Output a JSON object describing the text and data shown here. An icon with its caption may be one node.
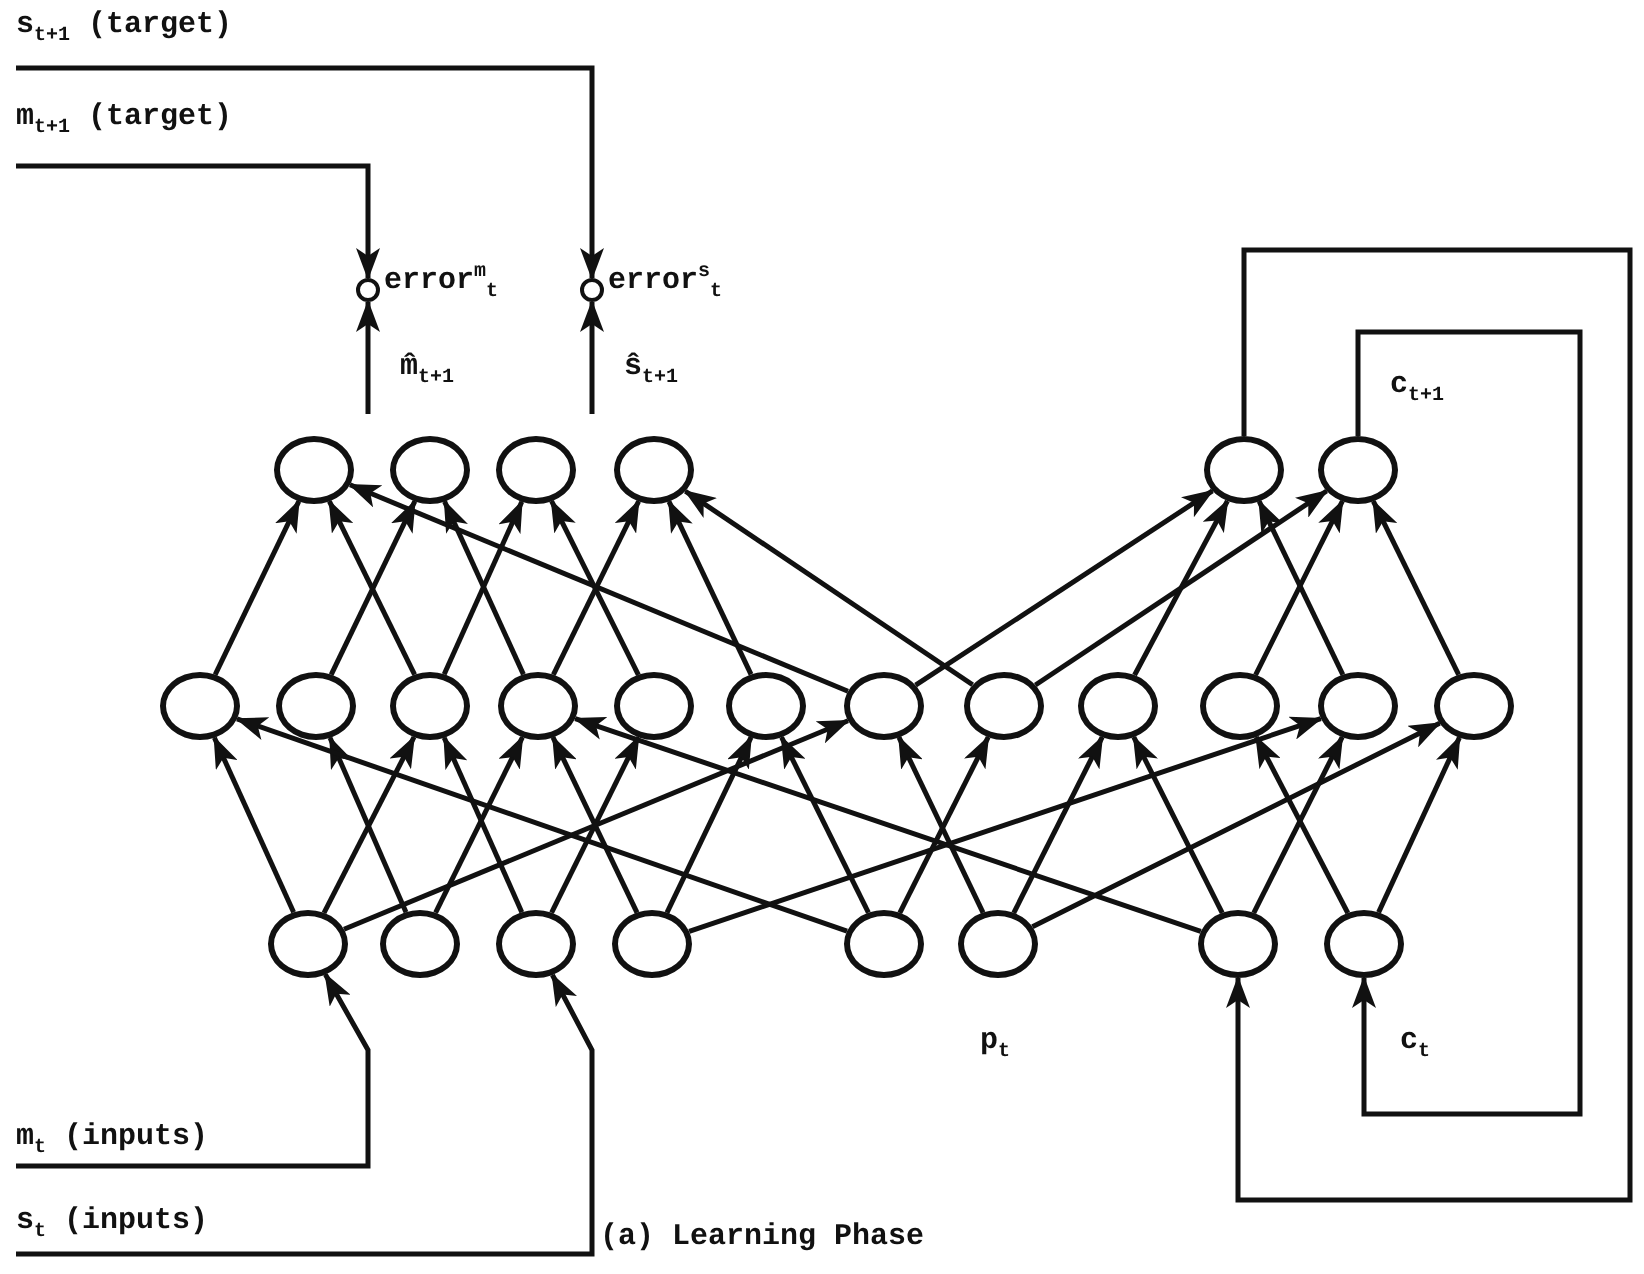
{
  "diagram": {
    "caption": "(a) Learning Phase",
    "nodes": [
      {
        "text": [
          "s$_{t+1}$ (target)"
        ]
      },
      {
        "text": [
          "m$_{t+1}$ (target)"
        ]
      },
      {
        "text": [],
        "shape": "circle",
        "beside": [
          "error$^{m}$$_{t}$"
        ]
      },
      {
        "text": [],
        "shape": "circle",
        "beside": [
          "error$^{s}$$_{t}$"
        ]
      },
      {
        "text": [],
        "shape": "circle"
      },
      {
        "text": [],
        "shape": "circle"
      },
      {
        "text": [],
        "shape": "circle"
      },
      {
        "text": [],
        "shape": "circle"
      },
      {
        "text": [],
        "shape": "circle"
      },
      {
        "text": [],
        "shape": "circle"
      },
      {
        "text": [],
        "shape": "circle"
      },
      {
        "text": [],
        "shape": "circle"
      },
      {
        "text": [],
        "shape": "circle"
      },
      {
        "text": [],
        "shape": "circle"
      },
      {
        "text": [],
        "shape": "circle"
      },
      {
        "text": [],
        "shape": "circle"
      },
      {
        "text": [],
        "shape": "circle"
      },
      {
        "text": [],
        "shape": "circle"
      },
      {
        "text": [],
        "shape": "circle"
      },
      {
        "text": [],
        "shape": "circle"
      },
      {
        "text": [],
        "shape": "circle"
      },
      {
        "text": [],
        "shape": "circle"
      },
      {
        "text": [],
        "shape": "circle"
      },
      {
        "text": [],
        "shape": "circle"
      },
      {
        "text": [],
        "shape": "circle"
      },
      {
        "text": [],
        "shape": "circle"
      },
      {
        "text": [],
        "shape": "circle"
      },
      {
        "text": [],
        "shape": "circle"
      },
      {
        "text": [],
        "shape": "circle"
      },
      {
        "text": [],
        "shape": "circle"
      },
      {
        "text": [
          "m$_{t}$ (inputs)"
        ]
      },
      {
        "text": [
          "s$_{t}$ (inputs)"
        ]
      }
    ],
    "edges": [
      {
        "from": 0,
        "to": 3,
        "arrow": "to"
      },
      {
        "from": 1,
        "to": 2,
        "arrow": "to"
      },
      {
        "from": null,
        "to": 2,
        "arrow": "to",
        "label": "m̂$_{t+1}$"
      },
      {
        "from": null,
        "to": 3,
        "arrow": "to",
        "label": "ŝ$_{t+1}$"
      },
      {
        "from": 10,
        "to": 4,
        "arrow": "to"
      },
      {
        "from": 12,
        "to": 4,
        "arrow": "to"
      },
      {
        "from": 16,
        "to": 4,
        "arrow": "to"
      },
      {
        "from": 11,
        "to": 5,
        "arrow": "to"
      },
      {
        "from": 13,
        "to": 5,
        "arrow": "to"
      },
      {
        "from": 12,
        "to": 6,
        "arrow": "to"
      },
      {
        "from": 14,
        "to": 6,
        "arrow": "to"
      },
      {
        "from": 13,
        "to": 7,
        "arrow": "to"
      },
      {
        "from": 15,
        "to": 7,
        "arrow": "to"
      },
      {
        "from": 17,
        "to": 7,
        "arrow": "to"
      },
      {
        "from": 16,
        "to": 8,
        "arrow": "to"
      },
      {
        "from": 18,
        "to": 8,
        "arrow": "to"
      },
      {
        "from": 20,
        "to": 8,
        "arrow": "to"
      },
      {
        "from": 17,
        "to": 9,
        "arrow": "to"
      },
      {
        "from": 19,
        "to": 9,
        "arrow": "to"
      },
      {
        "from": 21,
        "to": 9,
        "arrow": "to"
      },
      {
        "from": 22,
        "to": 10,
        "arrow": "to"
      },
      {
        "from": 22,
        "to": 12,
        "arrow": "to"
      },
      {
        "from": 22,
        "to": 16,
        "arrow": "to"
      },
      {
        "from": 23,
        "to": 11,
        "arrow": "to"
      },
      {
        "from": 23,
        "to": 13,
        "arrow": "to"
      },
      {
        "from": 24,
        "to": 12,
        "arrow": "to"
      },
      {
        "from": 24,
        "to": 14,
        "arrow": "to"
      },
      {
        "from": 25,
        "to": 13,
        "arrow": "to"
      },
      {
        "from": 25,
        "to": 15,
        "arrow": "to"
      },
      {
        "from": 25,
        "to": 20,
        "arrow": "to"
      },
      {
        "from": 26,
        "to": 15,
        "arrow": "to"
      },
      {
        "from": 26,
        "to": 17,
        "arrow": "to"
      },
      {
        "from": 26,
        "to": 10,
        "arrow": "to"
      },
      {
        "from": 27,
        "to": 16,
        "arrow": "to"
      },
      {
        "from": 27,
        "to": 18,
        "arrow": "to"
      },
      {
        "from": 27,
        "to": 21,
        "arrow": "to"
      },
      {
        "from": 28,
        "to": 18,
        "arrow": "to"
      },
      {
        "from": 28,
        "to": 20,
        "arrow": "to"
      },
      {
        "from": 28,
        "to": 13,
        "arrow": "to"
      },
      {
        "from": 29,
        "to": 19,
        "arrow": "to"
      },
      {
        "from": 29,
        "to": 21,
        "arrow": "to"
      },
      {
        "from": 8,
        "to": 28,
        "arrow": "to"
      },
      {
        "from": 9,
        "to": 29,
        "arrow": "to"
      },
      {
        "from": 30,
        "to": 22,
        "arrow": "to"
      },
      {
        "from": 31,
        "to": 24,
        "arrow": "to"
      }
    ],
    "labels": [
      "c$_{t+1}$",
      "p$_{t}$",
      "c$_{t}$"
    ]
  }
}
